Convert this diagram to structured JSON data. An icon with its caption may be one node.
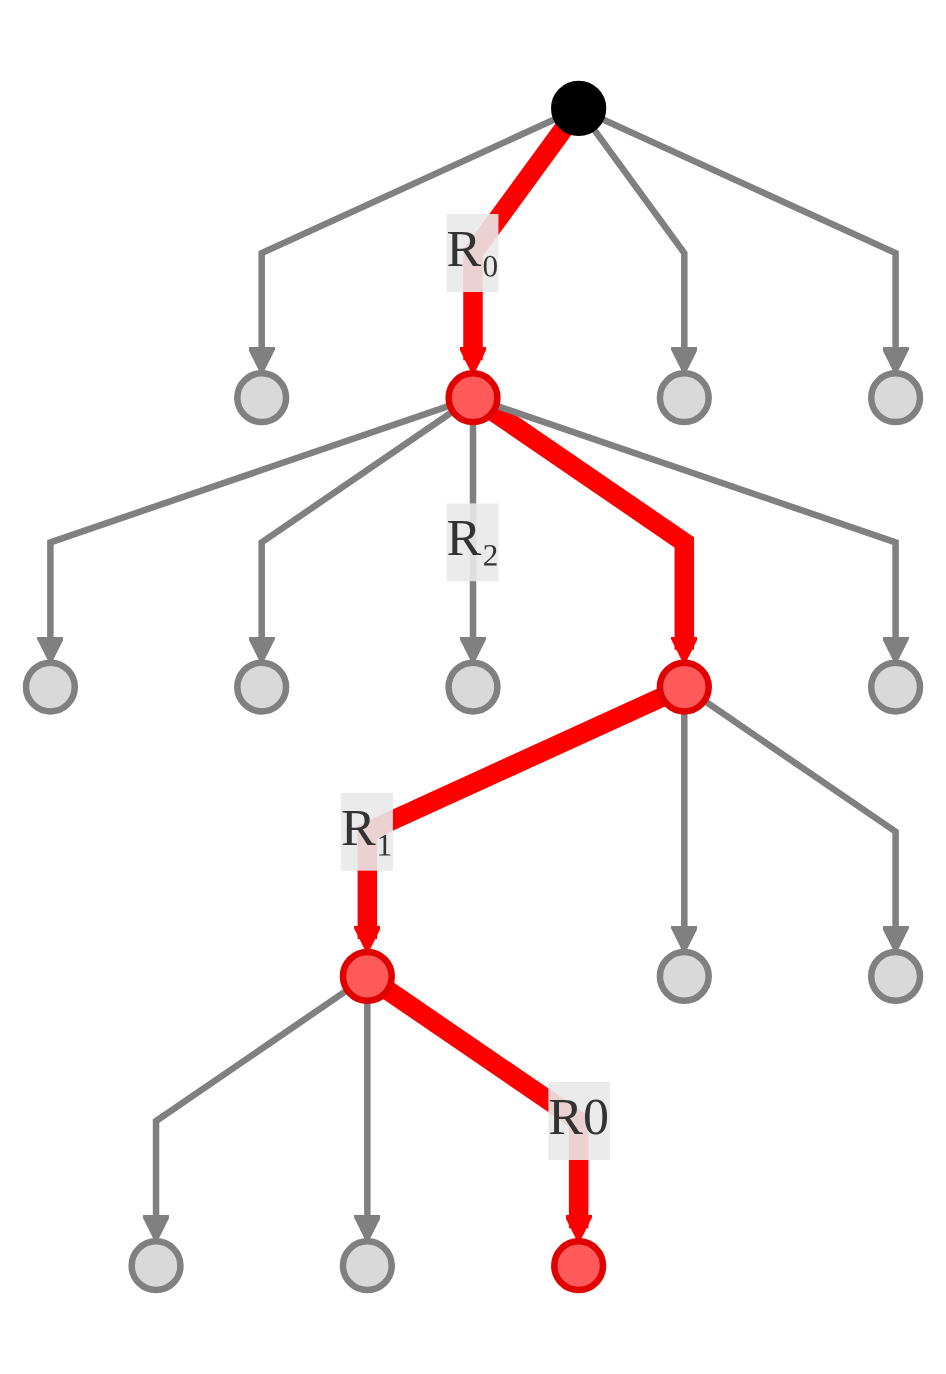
{
  "diagram": {
    "nodes": [
      {
        "text": [],
        "shape": "circle"
      },
      {
        "text": [],
        "shape": "circle"
      },
      {
        "text": [],
        "shape": "circle"
      },
      {
        "text": [],
        "shape": "circle"
      },
      {
        "text": [],
        "shape": "circle"
      },
      {
        "text": [],
        "shape": "circle"
      },
      {
        "text": [],
        "shape": "circle"
      },
      {
        "text": [],
        "shape": "circle"
      },
      {
        "text": [],
        "shape": "circle"
      },
      {
        "text": [],
        "shape": "circle"
      },
      {
        "text": [],
        "shape": "circle"
      },
      {
        "text": [],
        "shape": "circle"
      },
      {
        "text": [],
        "shape": "circle"
      },
      {
        "text": [],
        "shape": "circle"
      },
      {
        "text": [],
        "shape": "circle"
      },
      {
        "text": [],
        "shape": "circle"
      }
    ],
    "edges": [
      {
        "from": 0,
        "to": 1,
        "arrow": "to"
      },
      {
        "from": 0,
        "to": 2,
        "arrow": "to",
        "label": "R₀",
        "style": "thick",
        "color": "#ff0000"
      },
      {
        "from": 0,
        "to": 3,
        "arrow": "to"
      },
      {
        "from": 0,
        "to": 4,
        "arrow": "to"
      },
      {
        "from": 2,
        "to": 5,
        "arrow": "to"
      },
      {
        "from": 2,
        "to": 6,
        "arrow": "to"
      },
      {
        "from": 2,
        "to": 7,
        "arrow": "to",
        "label": "R₂"
      },
      {
        "from": 2,
        "to": 8,
        "arrow": "to",
        "style": "thick",
        "color": "#ff0000"
      },
      {
        "from": 2,
        "to": 9,
        "arrow": "to"
      },
      {
        "from": 8,
        "to": 10,
        "arrow": "to",
        "label": "R₁",
        "style": "thick",
        "color": "#ff0000"
      },
      {
        "from": 8,
        "to": 11,
        "arrow": "to"
      },
      {
        "from": 8,
        "to": 12,
        "arrow": "to"
      },
      {
        "from": 10,
        "to": 13,
        "arrow": "to"
      },
      {
        "from": 10,
        "to": 14,
        "arrow": "to"
      },
      {
        "from": 10,
        "to": 15,
        "arrow": "to",
        "label": "R0",
        "style": "thick",
        "color": "#ff0000"
      }
    ]
  }
}
